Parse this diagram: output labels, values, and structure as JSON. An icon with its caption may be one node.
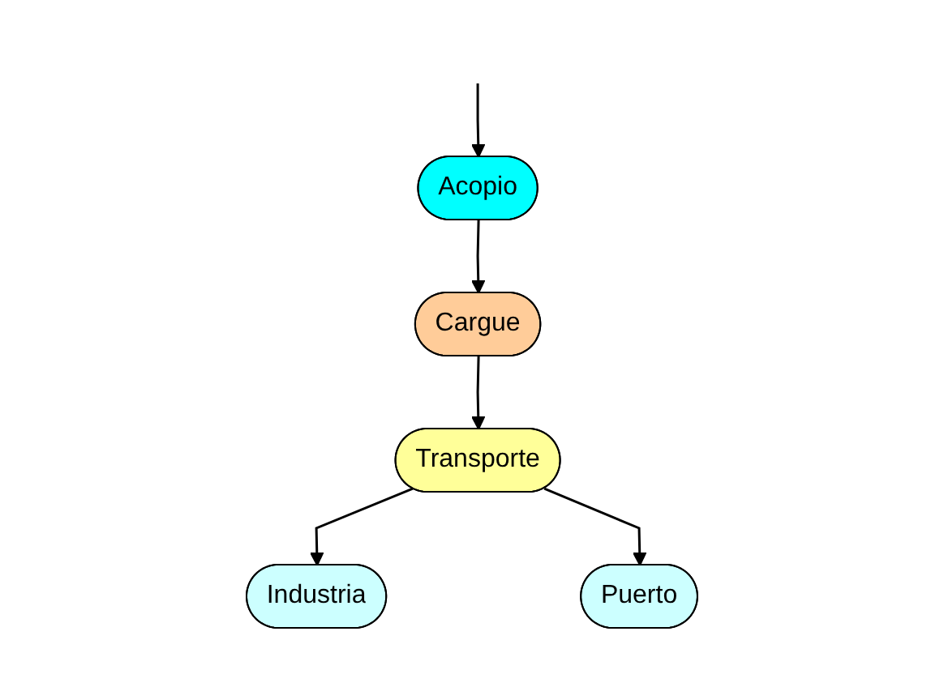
{
  "diagram": {
    "nodes": [
      {
        "text": [
          "Acopio"
        ]
      },
      {
        "text": [
          "Cargue"
        ]
      },
      {
        "text": [
          "Transporte"
        ]
      },
      {
        "text": [
          "Industria"
        ]
      },
      {
        "text": [
          "Puerto"
        ]
      }
    ],
    "edges": [
      {
        "from": null,
        "to": 0,
        "arrow": "to"
      },
      {
        "from": 0,
        "to": 1,
        "arrow": "to"
      },
      {
        "from": 1,
        "to": 2,
        "arrow": "to"
      },
      {
        "from": 2,
        "to": 3,
        "arrow": "to"
      },
      {
        "from": 2,
        "to": 4,
        "arrow": "to"
      }
    ]
  }
}
